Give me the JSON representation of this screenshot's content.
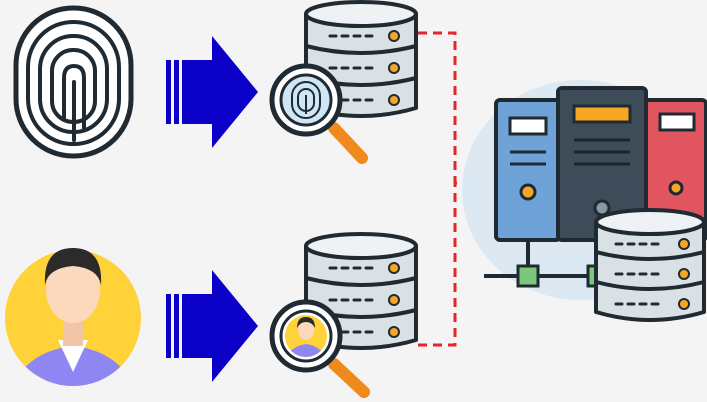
{
  "diagram": {
    "inputs": [
      {
        "id": "fingerprint",
        "icon": "fingerprint-icon"
      },
      {
        "id": "face",
        "icon": "person-face-icon"
      }
    ],
    "databases": [
      {
        "id": "fingerprint-db",
        "icon": "database-icon",
        "lens_icon": "fingerprint-icon"
      },
      {
        "id": "face-db",
        "icon": "database-icon",
        "lens_icon": "person-face-icon"
      }
    ],
    "target": {
      "id": "server-cluster",
      "icon": "server-rack-icon"
    },
    "colors": {
      "arrow": "#0b00c8",
      "connector": "#e8262a",
      "db_body": "#d9e1e4",
      "db_outline": "#1f2a33",
      "db_led": "#f5a623",
      "server_blue": "#6fa3d8",
      "server_dark": "#3d4c58",
      "server_red": "#e05560",
      "network_green": "#7cc77a",
      "face_bg": "#ffd23a",
      "shirt": "#8e86f2",
      "lens_glass": "#cfe6f5",
      "lens_handle": "#f08a1c",
      "halo": "#dde9f2"
    }
  }
}
